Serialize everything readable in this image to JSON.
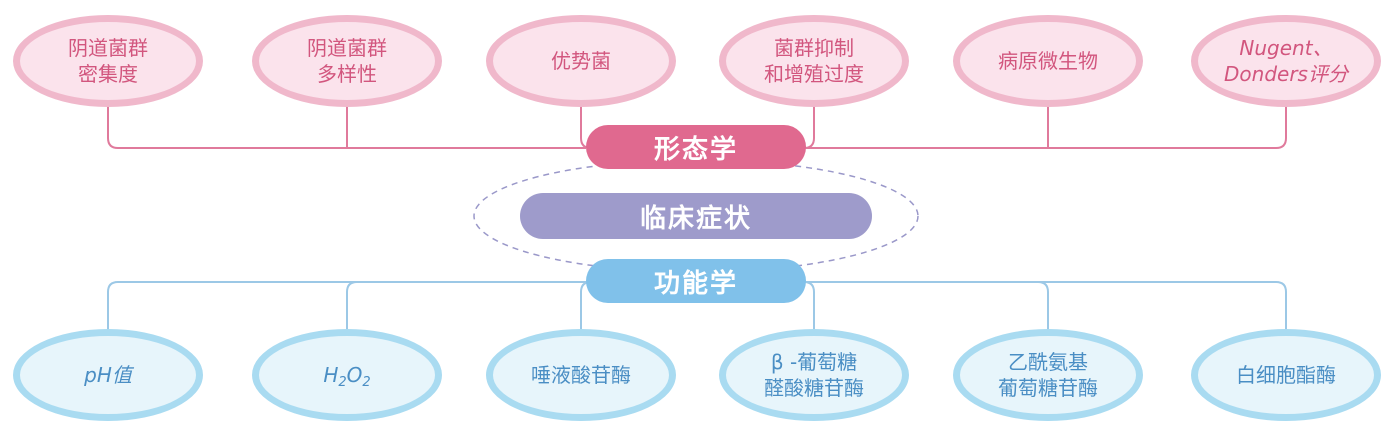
{
  "center": {
    "morphology": "形态学",
    "clinical": "临床症状",
    "function": "功能学"
  },
  "top_nodes": [
    {
      "lines": [
        "阴道菌群",
        "密集度"
      ]
    },
    {
      "lines": [
        "阴道菌群",
        "多样性"
      ]
    },
    {
      "lines": [
        "优势菌"
      ]
    },
    {
      "lines": [
        "菌群抑制",
        "和增殖过度"
      ]
    },
    {
      "lines": [
        "病原微生物"
      ]
    },
    {
      "lines": [
        "Nugent、",
        "Donders评分"
      ]
    }
  ],
  "bottom_nodes": [
    {
      "text": "pH值"
    },
    {
      "h": "H",
      "sub1": "2",
      "o": "O",
      "sub2": "2"
    },
    {
      "lines": [
        "唾液酸苷酶"
      ]
    },
    {
      "lines": [
        "β -葡萄糖",
        "醛酸糖苷酶"
      ]
    },
    {
      "lines": [
        "乙酰氨基",
        "葡萄糖苷酶"
      ]
    },
    {
      "lines": [
        "白细胞酯酶"
      ]
    }
  ],
  "colors": {
    "top_fill": "#fbe3ec",
    "top_border": "#f0b8cb",
    "top_text": "#d2567e",
    "top_line": "#e07a9c",
    "bottom_fill": "#e7f5fb",
    "bottom_border": "#a9dbf1",
    "bottom_text": "#4a8ec4",
    "bottom_line": "#9cc8e6",
    "morphology_pill": "#e0698f",
    "clinical_pill": "#9e9bcb",
    "function_pill": "#80c1ea",
    "dashed_ellipse": "#9a98c9"
  }
}
